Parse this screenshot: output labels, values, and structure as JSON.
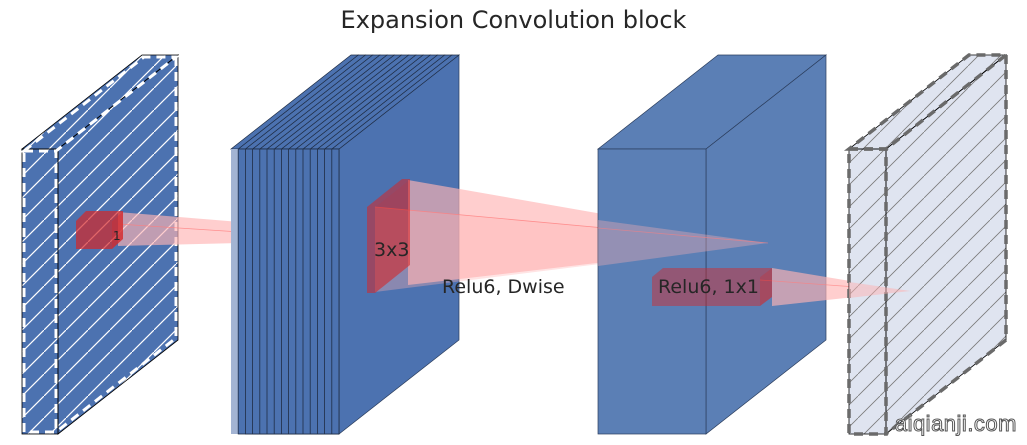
{
  "title": "Expansion Convolution block",
  "labels": {
    "input_kernel": "1",
    "dwise_kernel": "3x3",
    "dwise_op": "Relu6, Dwise",
    "pointwise_op": "Relu6, 1x1"
  },
  "layers": [
    {
      "name": "input",
      "style": "hatched-dashed",
      "color": "#4c72b0"
    },
    {
      "name": "expanded",
      "style": "stacked-slices",
      "color": "#4c72b0",
      "slices": 14
    },
    {
      "name": "depthwise-output",
      "style": "solid",
      "color": "#5b7fb5"
    },
    {
      "name": "output",
      "style": "hatched-dashed",
      "color": "#dde3ef"
    }
  ],
  "kernel_color": "#d62728",
  "projection_color": "#ffb3b3",
  "watermark": "aiqianji.com"
}
